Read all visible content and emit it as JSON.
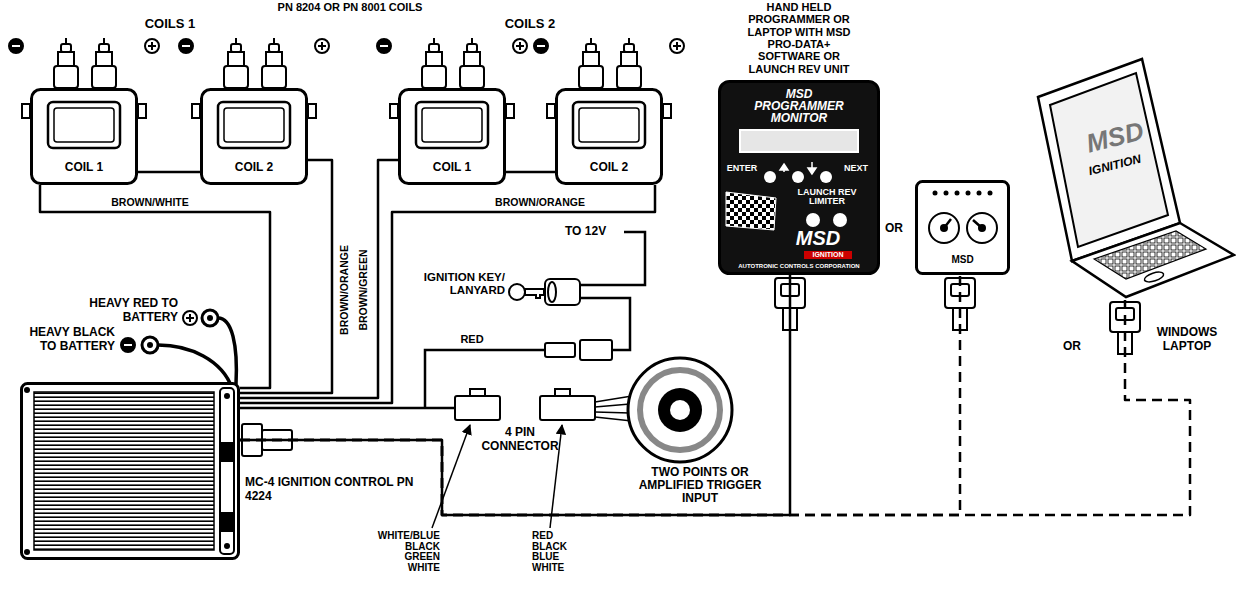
{
  "diagram": {
    "title": "PN 8204 OR PN 8001 COILS",
    "nodes": [
      {
        "text": [
          "COIL 1"
        ]
      },
      {
        "text": [
          "COIL 2"
        ]
      },
      {
        "text": [
          "COIL 1"
        ]
      },
      {
        "text": [
          "COIL 2"
        ]
      },
      {
        "text": [
          "MC-4 IGNITION CONTROL PN 4224"
        ]
      },
      {
        "text": [
          "HAND HELD PROGRAMMER OR LAPTOP WITH MSD PRO-DATA+ SOFTWARE OR LAUNCH REV UNIT",
          "MSD PROGRAMMER MONITOR",
          "ENTER",
          "NEXT",
          "LAUNCH REV LIMITER",
          "MSD",
          "IGNITION",
          "AUTOTRONIC CONTROLS CORPORATION"
        ]
      },
      {
        "text": [
          "MSD"
        ]
      },
      {
        "text": [
          "MSD",
          "IGNITION"
        ]
      }
    ],
    "edges": [
      {
        "from": 0,
        "to": 1,
        "arrow": "none"
      },
      {
        "from": 4,
        "to": 0,
        "label": "BROWN/WHITE",
        "arrow": "none"
      },
      {
        "from": 4,
        "to": 1,
        "label": "BROWN/ORANGE",
        "arrow": "none"
      },
      {
        "from": 4,
        "to": 2,
        "label": "BROWN/GREEN",
        "arrow": "none"
      },
      {
        "from": 4,
        "to": 3,
        "label": "BROWN/ORANGE",
        "arrow": "none"
      },
      {
        "from": 2,
        "to": 3,
        "arrow": "none"
      },
      {
        "from": 4,
        "to": 5,
        "arrow": "none"
      },
      {
        "from": 4,
        "to": 6,
        "arrow": "none"
      },
      {
        "from": 4,
        "to": 7,
        "arrow": "none"
      }
    ],
    "labels": [
      "COILS 1",
      "COILS 2",
      "TO 12V",
      "IGNITION KEY/ LANYARD",
      "RED",
      "HEAVY RED TO BATTERY",
      "HEAVY BLACK TO BATTERY",
      "4 PIN CONNECTOR",
      "TWO POINTS OR AMPLIFIED TRIGGER INPUT",
      "WHITE/BLUE BLACK GREEN WHITE",
      "RED BLACK BLUE WHITE",
      "OR",
      "OR",
      "WINDOWS LAPTOP"
    ]
  }
}
